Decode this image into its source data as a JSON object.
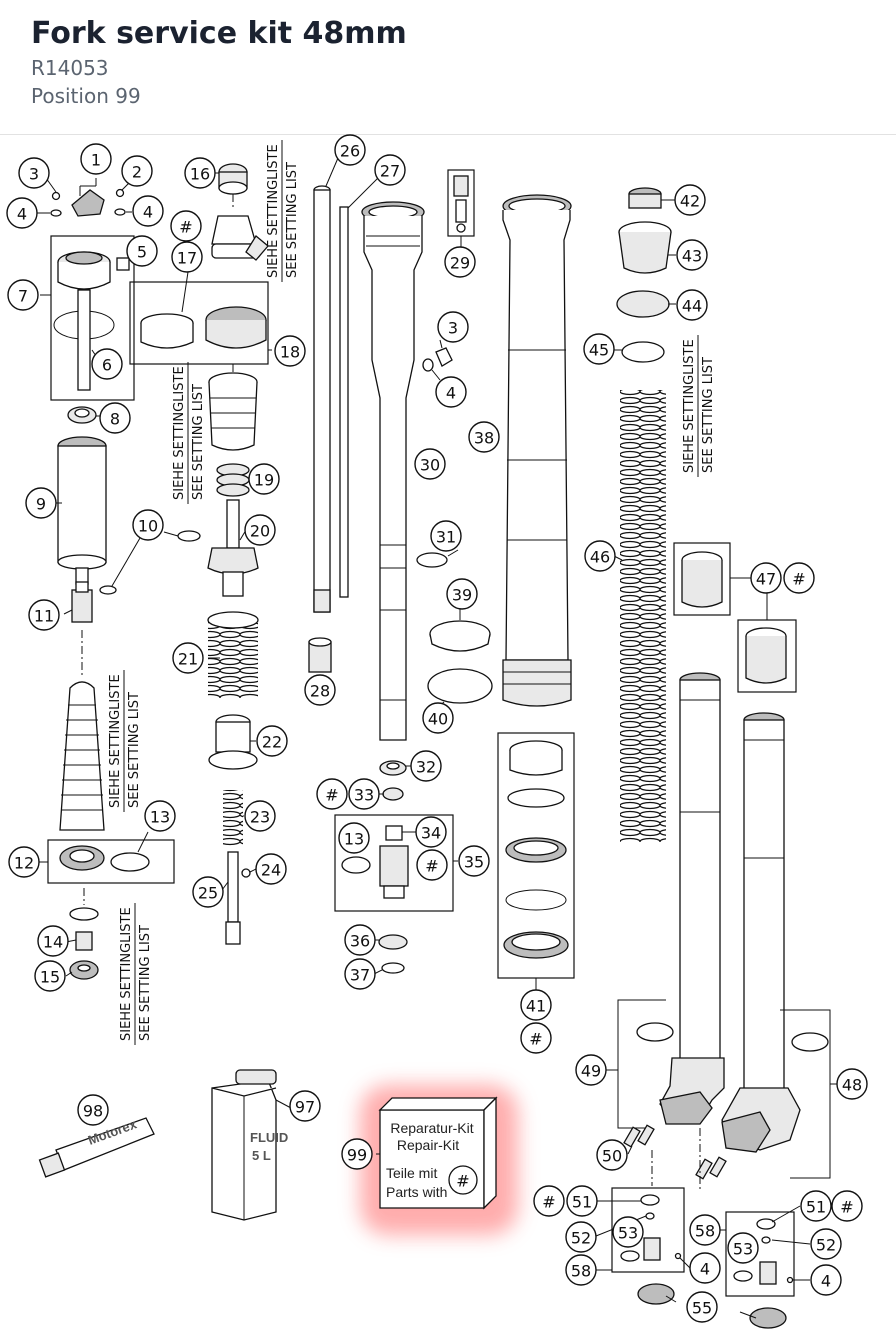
{
  "header": {
    "title": "Fork service kit 48mm",
    "part_number": "R14053",
    "position": "Position 99"
  },
  "setting_list_de": "SIEHE SETTINGLISTE",
  "setting_list_en": "SEE SETTING LIST",
  "kit_box": {
    "line1": "Reparatur-Kit",
    "line2": "Repair-Kit",
    "line3": "Teile mit",
    "line4": "Parts with",
    "marker": "#"
  },
  "can_label_1": "FLUID",
  "can_label_2": "5 L",
  "tube_label": "Motorex",
  "callouts": [
    {
      "label": "1"
    },
    {
      "label": "2"
    },
    {
      "label": "3"
    },
    {
      "label": "4"
    },
    {
      "label": "4"
    },
    {
      "label": "5"
    },
    {
      "label": "7"
    },
    {
      "label": "6"
    },
    {
      "label": "8"
    },
    {
      "label": "9"
    },
    {
      "label": "10"
    },
    {
      "label": "11"
    },
    {
      "label": "16"
    },
    {
      "label": "#"
    },
    {
      "label": "17"
    },
    {
      "label": "18"
    },
    {
      "label": "19"
    },
    {
      "label": "20"
    },
    {
      "label": "21"
    },
    {
      "label": "22"
    },
    {
      "label": "23"
    },
    {
      "label": "24"
    },
    {
      "label": "25"
    },
    {
      "label": "26"
    },
    {
      "label": "27"
    },
    {
      "label": "28"
    },
    {
      "label": "29"
    },
    {
      "label": "3"
    },
    {
      "label": "4"
    },
    {
      "label": "30"
    },
    {
      "label": "31"
    },
    {
      "label": "38"
    },
    {
      "label": "39"
    },
    {
      "label": "40"
    },
    {
      "label": "32"
    },
    {
      "label": "#"
    },
    {
      "label": "33"
    },
    {
      "label": "13"
    },
    {
      "label": "34"
    },
    {
      "label": "#"
    },
    {
      "label": "35"
    },
    {
      "label": "36"
    },
    {
      "label": "37"
    },
    {
      "label": "41"
    },
    {
      "label": "#"
    },
    {
      "label": "42"
    },
    {
      "label": "43"
    },
    {
      "label": "44"
    },
    {
      "label": "45"
    },
    {
      "label": "46"
    },
    {
      "label": "47"
    },
    {
      "label": "#"
    },
    {
      "label": "12"
    },
    {
      "label": "13"
    },
    {
      "label": "14"
    },
    {
      "label": "15"
    },
    {
      "label": "49"
    },
    {
      "label": "48"
    },
    {
      "label": "50"
    },
    {
      "label": "98"
    },
    {
      "label": "97"
    },
    {
      "label": "99"
    },
    {
      "label": "#"
    },
    {
      "label": "51"
    },
    {
      "label": "52"
    },
    {
      "label": "53"
    },
    {
      "label": "58"
    },
    {
      "label": "4"
    },
    {
      "label": "55"
    },
    {
      "label": "58"
    },
    {
      "label": "51"
    },
    {
      "label": "#"
    },
    {
      "label": "53"
    },
    {
      "label": "52"
    },
    {
      "label": "4"
    }
  ],
  "colors": {
    "highlight": "#ff6666",
    "title": "#1b2230",
    "subtitle": "#5b6470"
  }
}
